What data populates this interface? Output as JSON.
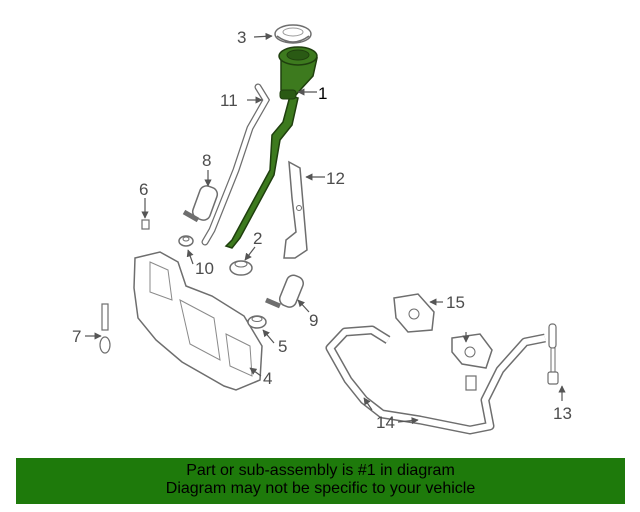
{
  "callouts": {
    "c1": "1",
    "c2": "2",
    "c3": "3",
    "c4": "4",
    "c5": "5",
    "c6": "6",
    "c7": "7",
    "c8": "8",
    "c9": "9",
    "c10": "10",
    "c11": "11",
    "c12": "12",
    "c13": "13",
    "c14": "14",
    "c15": "15"
  },
  "banner": {
    "line1": "Part or sub-assembly is #1 in diagram",
    "line2": "Diagram may not be specific to your vehicle"
  },
  "colors": {
    "highlight_part": "#3d7a1e",
    "banner_bg": "#1e7a0b",
    "line_art": "#6e6e6e"
  }
}
